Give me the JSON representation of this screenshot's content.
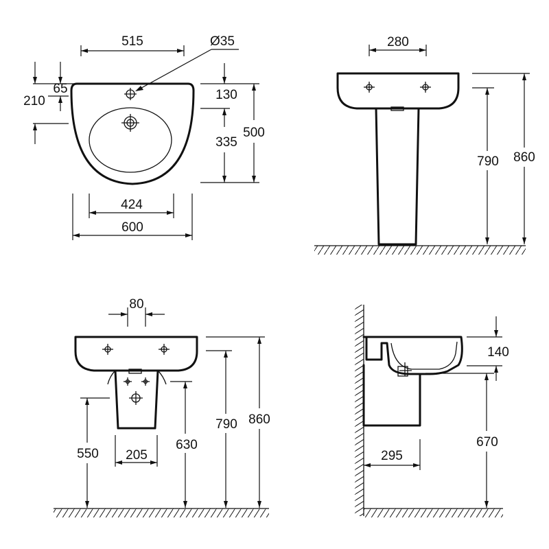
{
  "views": {
    "top": {
      "width_overall": "515",
      "hole_diameter": "Ø35",
      "left_offset_total": "210",
      "left_offset_upper": "65",
      "right_offset_upper": "130",
      "right_offset_lower": "335",
      "depth_overall": "500",
      "bowl_width": "424",
      "basin_width": "600"
    },
    "pedestal": {
      "tap_spacing": "280",
      "rim_height": "790",
      "total_height": "860"
    },
    "semi_pedestal": {
      "tap_spacing": "80",
      "floor_to_base": "550",
      "floor_to_trap": "630",
      "trap_width": "205",
      "rim_height": "790",
      "total_height": "860"
    },
    "side": {
      "basin_depth": "140",
      "wall_projection": "295",
      "outlet_height": "670"
    }
  }
}
